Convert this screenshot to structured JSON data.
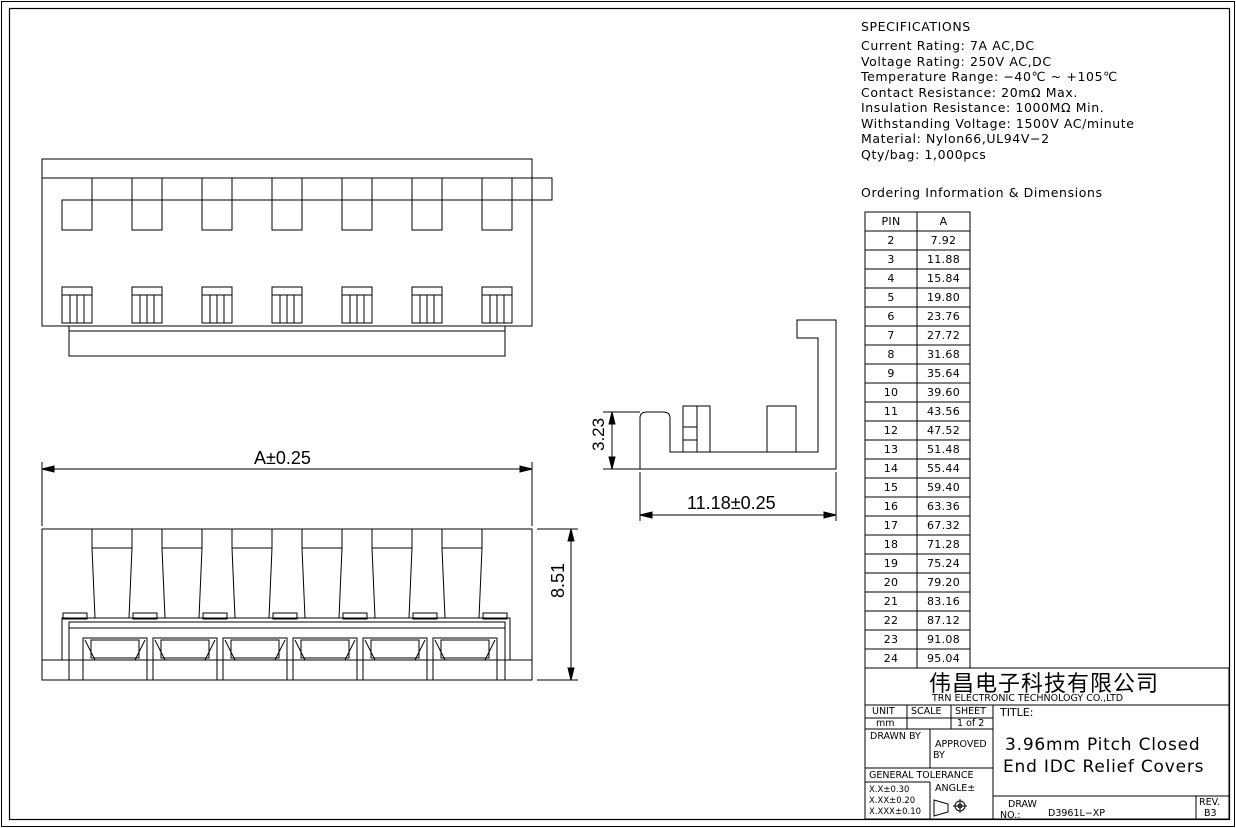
{
  "specifications": {
    "heading": "SPECIFICATIONS",
    "lines": [
      "Current Rating: 7A AC,DC",
      "Voltage Rating: 250V AC,DC",
      "Temperature Range: −40℃ ~ +105℃",
      "Contact Resistance: 20mΩ Max.",
      "Insulation Resistance: 1000MΩ Min.",
      "Withstanding Voltage: 1500V AC/minute",
      "Material: Nylon66,UL94V−2",
      "Qty/bag: 1,000pcs"
    ]
  },
  "ordering": {
    "heading": "Ordering Information & Dimensions",
    "col_pin": "PIN",
    "col_a": "A",
    "rows": [
      [
        "2",
        "7.92"
      ],
      [
        "3",
        "11.88"
      ],
      [
        "4",
        "15.84"
      ],
      [
        "5",
        "19.80"
      ],
      [
        "6",
        "23.76"
      ],
      [
        "7",
        "27.72"
      ],
      [
        "8",
        "31.68"
      ],
      [
        "9",
        "35.64"
      ],
      [
        "10",
        "39.60"
      ],
      [
        "11",
        "43.56"
      ],
      [
        "12",
        "47.52"
      ],
      [
        "13",
        "51.48"
      ],
      [
        "14",
        "55.44"
      ],
      [
        "15",
        "59.40"
      ],
      [
        "16",
        "63.36"
      ],
      [
        "17",
        "67.32"
      ],
      [
        "18",
        "71.28"
      ],
      [
        "19",
        "75.24"
      ],
      [
        "20",
        "79.20"
      ],
      [
        "21",
        "83.16"
      ],
      [
        "22",
        "87.12"
      ],
      [
        "23",
        "91.08"
      ],
      [
        "24",
        "95.04"
      ]
    ]
  },
  "dimensions": {
    "width_a": "A±0.25",
    "height": "8.51",
    "side_height": "3.23",
    "side_width": "11.18±0.25"
  },
  "title_block": {
    "company_cn": "伟昌电子科技有限公司",
    "company_en": "TRN ELECTRONIC TECHNOLOGY CO.,LTD",
    "unit_label": "UNIT",
    "unit_value": "mm",
    "scale_label": "SCALE",
    "sheet_label": "SHEET",
    "sheet_value": "1 of 2",
    "title_label": "TITLE:",
    "title_line1": "3.96mm Pitch Closed",
    "title_line2": "End IDC Relief Covers",
    "drawn_by": "DRAWN BY",
    "approved": "APPROVED",
    "approved_by": "BY",
    "general_tolerance": "GENERAL TOLERANCE",
    "tol1": "X.X±0.30",
    "tol2": "X.XX±0.20",
    "tol3": "X.XXX±0.10",
    "angle": "ANGLE±",
    "draw_label": "DRAW",
    "no_label": "NO.:",
    "draw_no": "D3961L−XP",
    "rev_label": "REV.",
    "rev_value": "B3"
  }
}
